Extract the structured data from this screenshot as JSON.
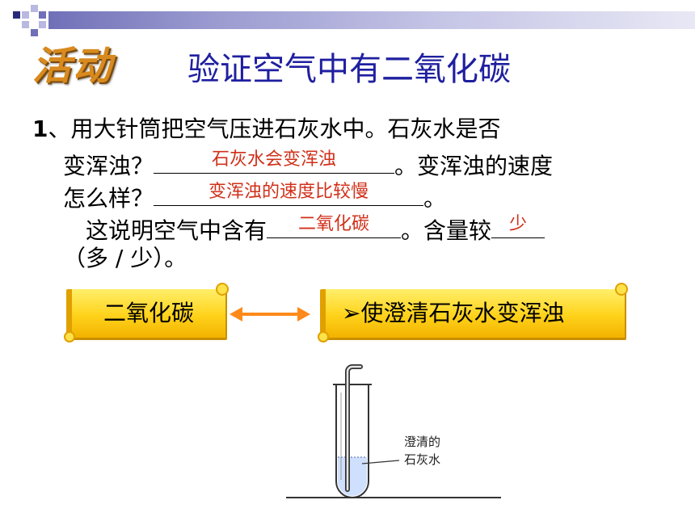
{
  "badge": "活动",
  "title": "验证空气中有二氧化碳",
  "question": {
    "number": "1",
    "line1": "、用大针筒把空气压进石灰水中。石灰水是否",
    "line2_pre": "变浑浊？",
    "answer1": "石灰水会变浑浊",
    "line2_post": "。变浑浊的速度",
    "line3_pre": "怎么样？",
    "answer2": "变浑浊的速度比较慢",
    "line3_post": "。",
    "line4_pre": "这说明空气中含有",
    "answer3": "二氧化碳",
    "line4_mid": "。含量较",
    "answer4": "少",
    "line5": "（多 / 少）。"
  },
  "scrolls": {
    "left": "二氧化碳",
    "right_bullet": "➢",
    "right": "使澄清石灰水变浑浊"
  },
  "figure": {
    "label_line1": "澄清的",
    "label_line2": "石灰水"
  },
  "colors": {
    "title": "#1f1fa0",
    "answer": "#d0301a",
    "arrow": "#ff8a1a",
    "badge": "#d88a1e",
    "liquid": "#cfe0ff"
  }
}
